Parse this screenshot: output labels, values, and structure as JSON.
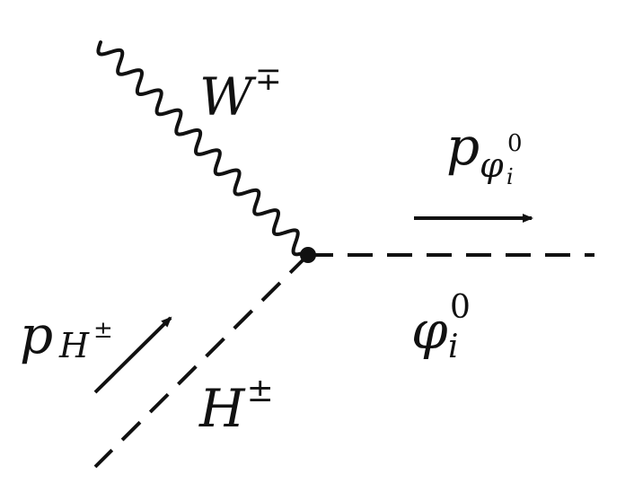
{
  "diagram": {
    "colors": {
      "ink": "#111111",
      "background": "#ffffff"
    },
    "lines": {
      "w_boson": {
        "style": "wavy"
      },
      "charged_higgs": {
        "style": "dashed"
      },
      "neutral_scalar": {
        "style": "dashed"
      }
    },
    "labels": {
      "w": {
        "base": "W",
        "sup": "∓"
      },
      "h": {
        "base": "H",
        "sup": "±"
      },
      "phi": {
        "base": "φ",
        "sup": "0",
        "sub": "i"
      },
      "p_h": {
        "base": "p",
        "sub_base": "H",
        "sub_sup": "±"
      },
      "p_phi": {
        "base": "p",
        "sub_base": "φ",
        "sub_sup": "0",
        "sub_sub": "i"
      }
    }
  }
}
